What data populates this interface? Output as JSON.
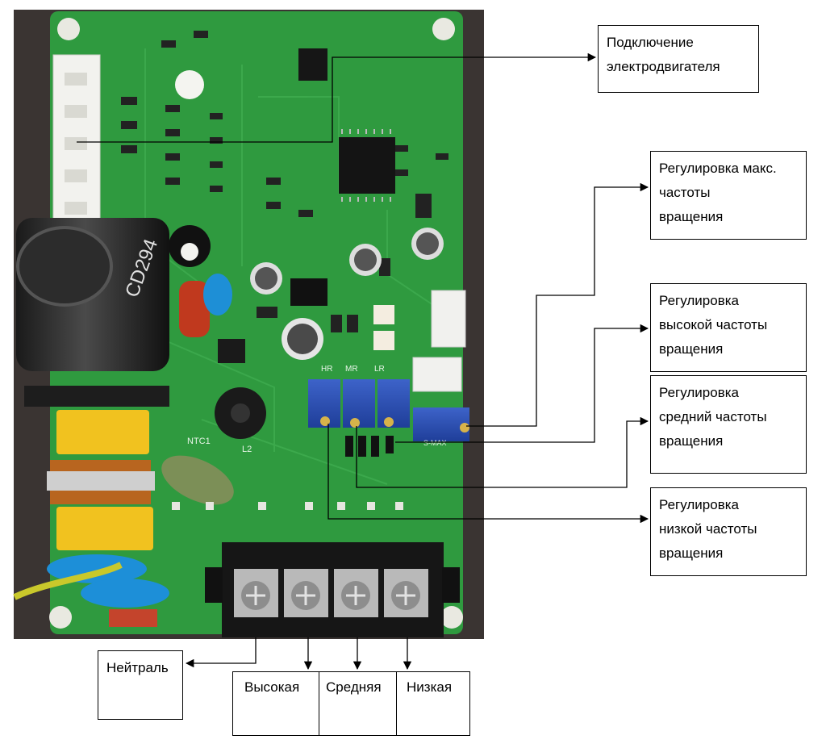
{
  "callouts": {
    "motor": [
      "Подключение",
      "электродвигателя"
    ],
    "max_speed": [
      "Регулировка макс.",
      "частоты",
      "вращения"
    ],
    "high_speed": [
      "Регулировка",
      "высокой  частоты",
      "вращения"
    ],
    "mid_speed": [
      "Регулировка",
      "средний частоты",
      "вращения"
    ],
    "low_speed": [
      "Регулировка",
      "низкой частоты",
      "вращения"
    ],
    "neutral": "Нейтраль"
  },
  "terminals": {
    "high": "Высокая",
    "medium": "Средняя",
    "low": "Низкая"
  },
  "board_markings": {
    "capacitor": "CD294",
    "thermistor": "NTC1",
    "inductor": "L2",
    "pot_high": "HR",
    "pot_mid": "MR",
    "pot_low": "LR",
    "pot_max": "S-MAX"
  }
}
